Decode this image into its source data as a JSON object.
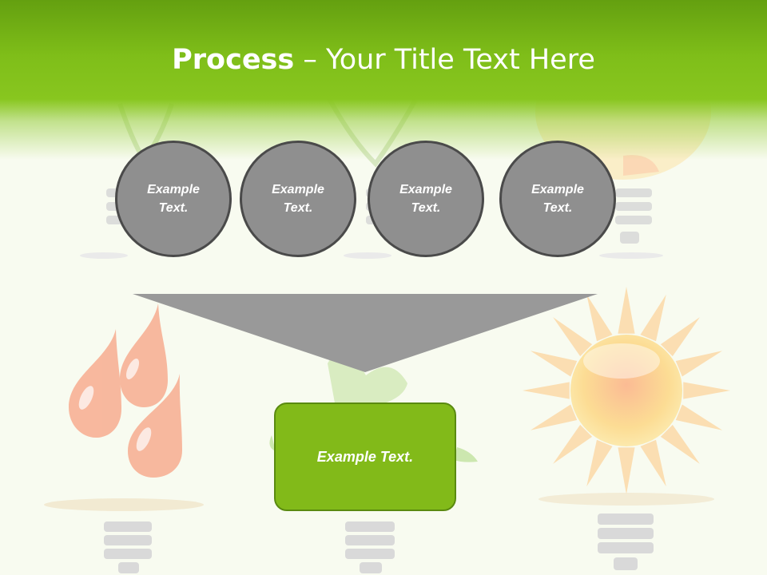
{
  "slide": {
    "title_bold": "Process",
    "title_rest": " – Your Title Text Here",
    "circles": [
      {
        "line1": "Example",
        "line2": "Text."
      },
      {
        "line1": "Example",
        "line2": "Text."
      },
      {
        "line1": "Example",
        "line2": "Text."
      },
      {
        "line1": "Example",
        "line2": "Text."
      }
    ],
    "result_text": "Example Text."
  },
  "colors": {
    "header_green": "#7fbe19",
    "circle_fill": "#8f8f8f",
    "circle_border": "#4a4a4a",
    "funnel": "#999999",
    "box_fill": "#82ba19"
  },
  "icons": [
    "lightbulb-icon",
    "leaf-icon",
    "water-drops-icon",
    "sun-icon"
  ]
}
